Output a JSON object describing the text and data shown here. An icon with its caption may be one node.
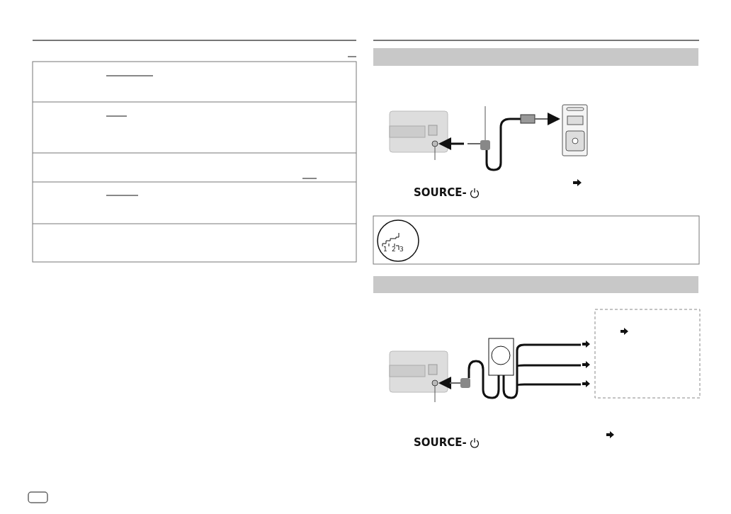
{
  "diagram": {
    "labels": [
      "SOURCE-",
      "1",
      "2",
      "3",
      "SOURCE-"
    ]
  }
}
